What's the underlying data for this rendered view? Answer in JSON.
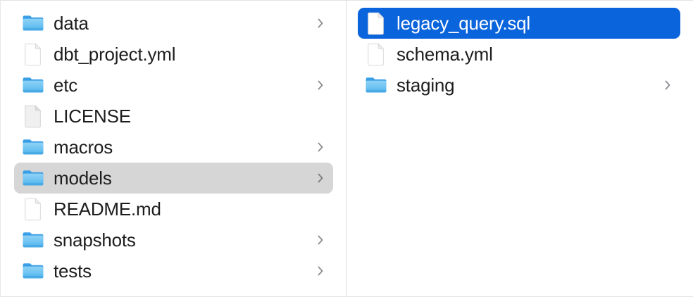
{
  "window": {
    "view_mode": "column",
    "accent_color": "#0a64dc",
    "inactive_selection_color": "#d6d6d6",
    "text_color": "#1d1d1f",
    "divider_color": "#dcdcde"
  },
  "columns": [
    {
      "name": "parent-column",
      "items": [
        {
          "label": "data",
          "kind": "folder",
          "icon": "folder-icon",
          "has_chevron": true,
          "selected": false
        },
        {
          "label": "dbt_project.yml",
          "kind": "file",
          "icon": "document-icon",
          "has_chevron": false,
          "selected": false
        },
        {
          "label": "etc",
          "kind": "folder",
          "icon": "folder-icon",
          "has_chevron": true,
          "selected": false
        },
        {
          "label": "LICENSE",
          "kind": "file",
          "icon": "plain-document-icon",
          "has_chevron": false,
          "selected": false
        },
        {
          "label": "macros",
          "kind": "folder",
          "icon": "folder-icon",
          "has_chevron": true,
          "selected": false
        },
        {
          "label": "models",
          "kind": "folder",
          "icon": "folder-icon",
          "has_chevron": true,
          "selected": "inactive"
        },
        {
          "label": "README.md",
          "kind": "file",
          "icon": "document-icon",
          "has_chevron": false,
          "selected": false
        },
        {
          "label": "snapshots",
          "kind": "folder",
          "icon": "folder-icon",
          "has_chevron": true,
          "selected": false
        },
        {
          "label": "tests",
          "kind": "folder",
          "icon": "folder-icon",
          "has_chevron": true,
          "selected": false
        }
      ]
    },
    {
      "name": "child-column",
      "items": [
        {
          "label": "legacy_query.sql",
          "kind": "file",
          "icon": "document-icon",
          "has_chevron": false,
          "selected": "active"
        },
        {
          "label": "schema.yml",
          "kind": "file",
          "icon": "document-icon",
          "has_chevron": false,
          "selected": false
        },
        {
          "label": "staging",
          "kind": "folder",
          "icon": "folder-icon",
          "has_chevron": true,
          "selected": false
        }
      ]
    }
  ]
}
